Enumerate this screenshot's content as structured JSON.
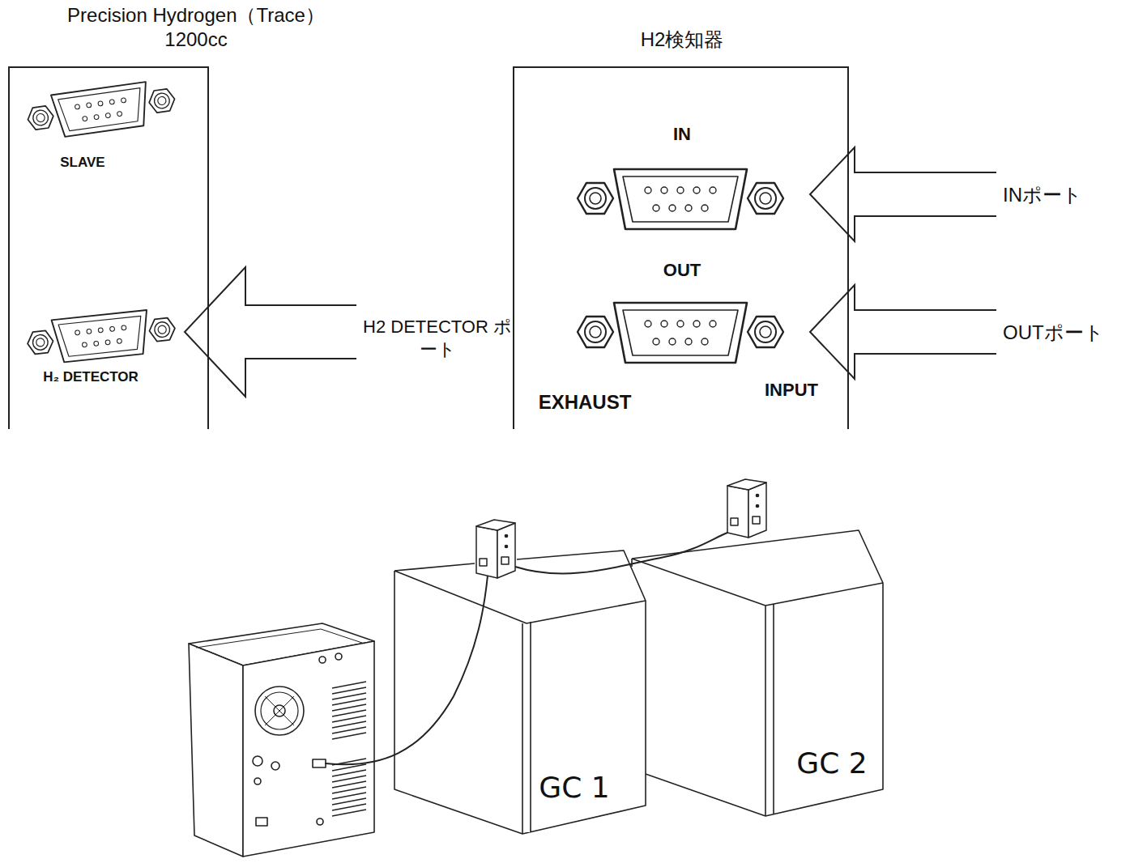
{
  "diagram": {
    "nodes": [
      {
        "text": [
          "Precision Hydrogen（Trace） 1200cc",
          "SLAVE",
          "H₂ DETECTOR"
        ]
      },
      {
        "text": [
          "H2検知器",
          "IN",
          "OUT",
          "EXHAUST",
          "INPUT"
        ]
      },
      {
        "text": [
          "GC 1"
        ]
      },
      {
        "text": [
          "GC 2"
        ]
      }
    ],
    "labels": [
      "H2 DETECTOR ポート",
      "INポート",
      "OUTポート"
    ]
  }
}
